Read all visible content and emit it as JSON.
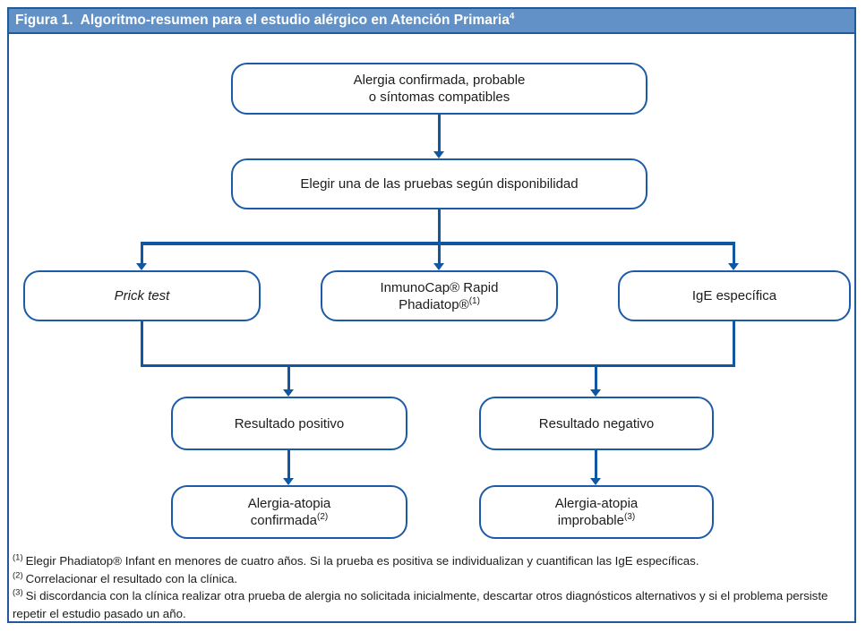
{
  "title": {
    "text": "Figura 1.  Algoritmo-resumen para el estudio alérgico en Atención Primaria",
    "sup": "4"
  },
  "colors": {
    "header_bg": "#6191c6",
    "frame_border": "#1e5a9c",
    "box_border": "#1c5ba8",
    "line": "#0f57a2",
    "text": "#1c1c1c"
  },
  "nodes": {
    "start": {
      "line1": "Alergia confirmada, probable",
      "line2": "o síntomas compatibles"
    },
    "choose": {
      "line1": "Elegir una de las pruebas según disponibilidad"
    },
    "prick": {
      "line1": "Prick test"
    },
    "inmunocap": {
      "line1": "InmunoCap® Rapid",
      "line2": "Phadiatop®",
      "sup": "(1)"
    },
    "ige": {
      "line1": "IgE específica"
    },
    "positivo": {
      "line1": "Resultado positivo"
    },
    "negativo": {
      "line1": "Resultado negativo"
    },
    "confirmada": {
      "line1": "Alergia-atopia",
      "line2": "confirmada",
      "sup": "(2)"
    },
    "improbable": {
      "line1": "Alergia-atopia",
      "line2": "improbable",
      "sup": "(3)"
    }
  },
  "footnotes": [
    {
      "marker": "(1)",
      "text": "Elegir Phadiatop® Infant en menores de cuatro años. Si la prueba es positiva se individualizan y cuantifican las IgE específicas."
    },
    {
      "marker": "(2)",
      "text": "Correlacionar el resultado con la clínica."
    },
    {
      "marker": "(3)",
      "text": "Si discordancia con la clínica realizar otra prueba de alergia no solicitada inicialmente, descartar otros diagnósticos alternativos y si el problema persiste repetir el estudio pasado un año."
    }
  ]
}
